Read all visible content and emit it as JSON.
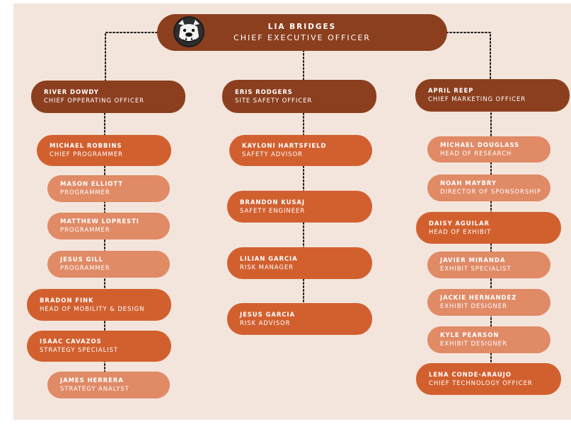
{
  "colors": {
    "background": "#f3e5dc",
    "level1": "#8b3f1f",
    "level2": "#d2602f",
    "level3": "#e08a66",
    "connector": "#1a1a1a"
  },
  "logo": {
    "icon": "bulldog-head-icon"
  },
  "ceo": {
    "name": "LIA BRIDGES",
    "title": "CHIEF EXECUTIVE OFFICER"
  },
  "executives": [
    {
      "name": "RIVER DOWDY",
      "title": "CHIEF OPPERATING OFFICER"
    },
    {
      "name": "ERIS RODGERS",
      "title": "SITE SAFETY OFFICER"
    },
    {
      "name": "APRIL REEP",
      "title": "CHIEF MARKETING OFFICER"
    }
  ],
  "columns": [
    {
      "members": [
        {
          "name": "MICHAEL ROBBINS",
          "title": "CHIEF PROGRAMMER"
        },
        {
          "name": "MASON ELLIOTT",
          "title": "PROGRAMMER"
        },
        {
          "name": "MATTHEW LOPRESTI",
          "title": "PROGRAMMER"
        },
        {
          "name": "JESUS GILL",
          "title": "PROGRAMMER"
        },
        {
          "name": "BRADON FINK",
          "title": "HEAD OF MOBILITY & DESIGN"
        },
        {
          "name": "ISAAC CAVAZOS",
          "title": "STRATEGY SPECIALIST"
        },
        {
          "name": "JAMES HERRERA",
          "title": "STRATEGY ANALYST"
        }
      ]
    },
    {
      "members": [
        {
          "name": "KAYLONI HARTSFIELD",
          "title": "SAFETY ADVISOR"
        },
        {
          "name": "BRANDON KUSAJ",
          "title": "SAFETY ENGINEER"
        },
        {
          "name": "LILIAN GARCIA",
          "title": "RISK MANAGER"
        },
        {
          "name": "JESUS GARCIA",
          "title": "RISK ADVISOR"
        }
      ]
    },
    {
      "members": [
        {
          "name": "MICHAEL DOUGLASS",
          "title": "HEAD OF RESEARCH"
        },
        {
          "name": "NOAH MAYBRY",
          "title": "DIRECTOR OF SPONSORSHIP"
        },
        {
          "name": "DAISY  AGUILAR",
          "title": "HEAD OF EXHIBIT"
        },
        {
          "name": "JAVIER MIRANDA",
          "title": "EXHIBIT SPECIALIST"
        },
        {
          "name": "JACKIE HERNANDEZ",
          "title": "EXHIBIT DESIGNER"
        },
        {
          "name": "KYLE PEARSON",
          "title": "EXHIBIT DESIGNER"
        },
        {
          "name": "LENA CONDE-ARAUJO",
          "title": "CHIEF TECHNOLOGY OFFICER"
        }
      ]
    }
  ]
}
